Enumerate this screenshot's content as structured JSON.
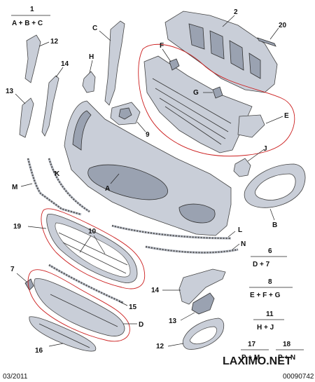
{
  "callouts": {
    "c1": "1",
    "c2": "2",
    "c20": "20",
    "cC": "C",
    "c12": "12",
    "cH": "H",
    "c14": "14",
    "cF": "F",
    "c13": "13",
    "cG": "G",
    "cE": "E",
    "c9": "9",
    "cJ": "J",
    "cK": "K",
    "cA": "A",
    "cM": "M",
    "cB": "B",
    "c19": "19",
    "c10": "10",
    "cL": "L",
    "cN": "N",
    "c7": "7",
    "c15": "15",
    "cD": "D",
    "c16": "16"
  },
  "kits": {
    "k1_num": "1",
    "k1_formula": "A + B + C",
    "k6_num": "6",
    "k6_formula": "D + 7",
    "k8_num": "8",
    "k8_formula": "E + F + G",
    "k11_num": "11",
    "k11_formula": "H + J",
    "k14_num": "14",
    "k13_num": "13",
    "k12_num": "12",
    "k17_num": "17",
    "k17_formula": "P + M",
    "k18_num": "18",
    "k18_formula": "P + N"
  },
  "footer": {
    "date": "03/2011",
    "watermark": "LAXIMO.NET",
    "code": "00090742"
  }
}
